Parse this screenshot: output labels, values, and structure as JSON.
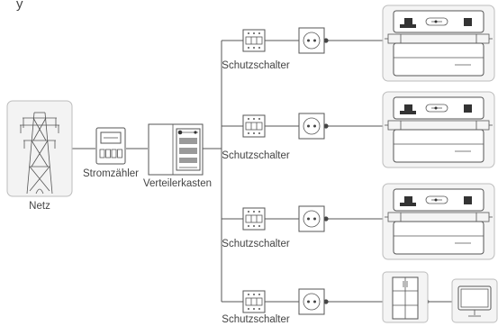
{
  "title_partial": "y",
  "labels": {
    "grid": "Netz",
    "meter": "Stromzähler",
    "distribution_box": "Verteilerkasten",
    "breaker_1": "Schutzschalter",
    "breaker_2": "Schutzschalter",
    "breaker_3": "Schutzschalter",
    "breaker_4": "Schutzschalter"
  },
  "icons": {
    "grid": "power-pylon-icon",
    "meter": "electricity-meter-icon",
    "distribution_box": "distribution-box-icon",
    "breaker": "circuit-breaker-icon",
    "socket": "wall-socket-icon",
    "power_station": "power-station-icon",
    "fridge": "refrigerator-icon",
    "tv": "monitor-icon"
  },
  "colors": {
    "line": "#555555",
    "panel_fill": "#f1f1f1"
  }
}
